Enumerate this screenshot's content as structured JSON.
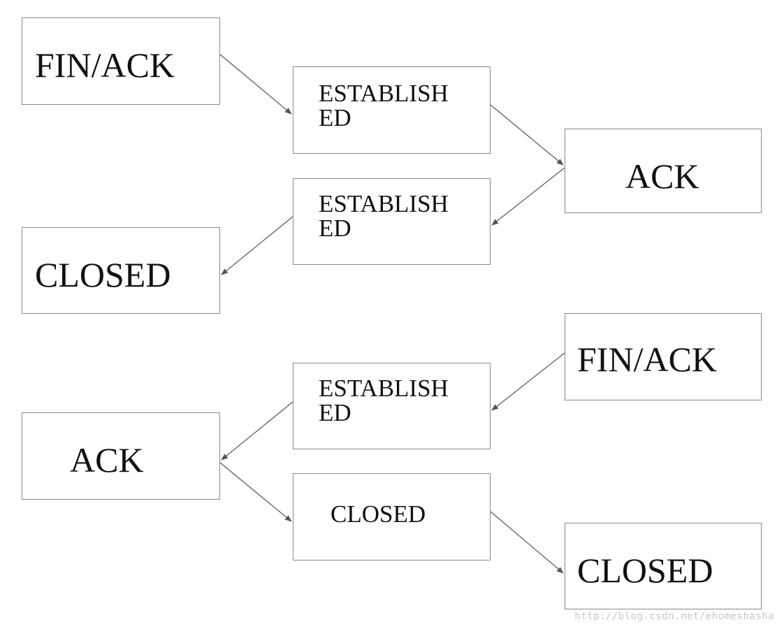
{
  "diagram": {
    "nodes": [
      {
        "id": "n1",
        "label": "FIN/ACK"
      },
      {
        "id": "n2",
        "label": "ESTABLISH\nED"
      },
      {
        "id": "n3",
        "label": "ACK"
      },
      {
        "id": "n4",
        "label": "ESTABLISH\nED"
      },
      {
        "id": "n5",
        "label": "CLOSED"
      },
      {
        "id": "n6",
        "label": "FIN/ACK"
      },
      {
        "id": "n7",
        "label": "ESTABLISH\nED"
      },
      {
        "id": "n8",
        "label": "ACK"
      },
      {
        "id": "n9",
        "label": "CLOSED"
      },
      {
        "id": "n10",
        "label": "CLOSED"
      }
    ],
    "edges": [
      {
        "from": "n1",
        "to": "n2"
      },
      {
        "from": "n2",
        "to": "n3"
      },
      {
        "from": "n3",
        "to": "n4"
      },
      {
        "from": "n4",
        "to": "n5"
      },
      {
        "from": "n6",
        "to": "n7"
      },
      {
        "from": "n7",
        "to": "n8"
      },
      {
        "from": "n8",
        "to": "n9"
      },
      {
        "from": "n9",
        "to": "n10"
      }
    ],
    "colors": {
      "box_border": "#8a8a8a",
      "arrow": "#555555",
      "text": "#111111",
      "watermark": "#c8c8c8"
    }
  },
  "watermark": "http://blog.csdn.net/ehomeshasha"
}
